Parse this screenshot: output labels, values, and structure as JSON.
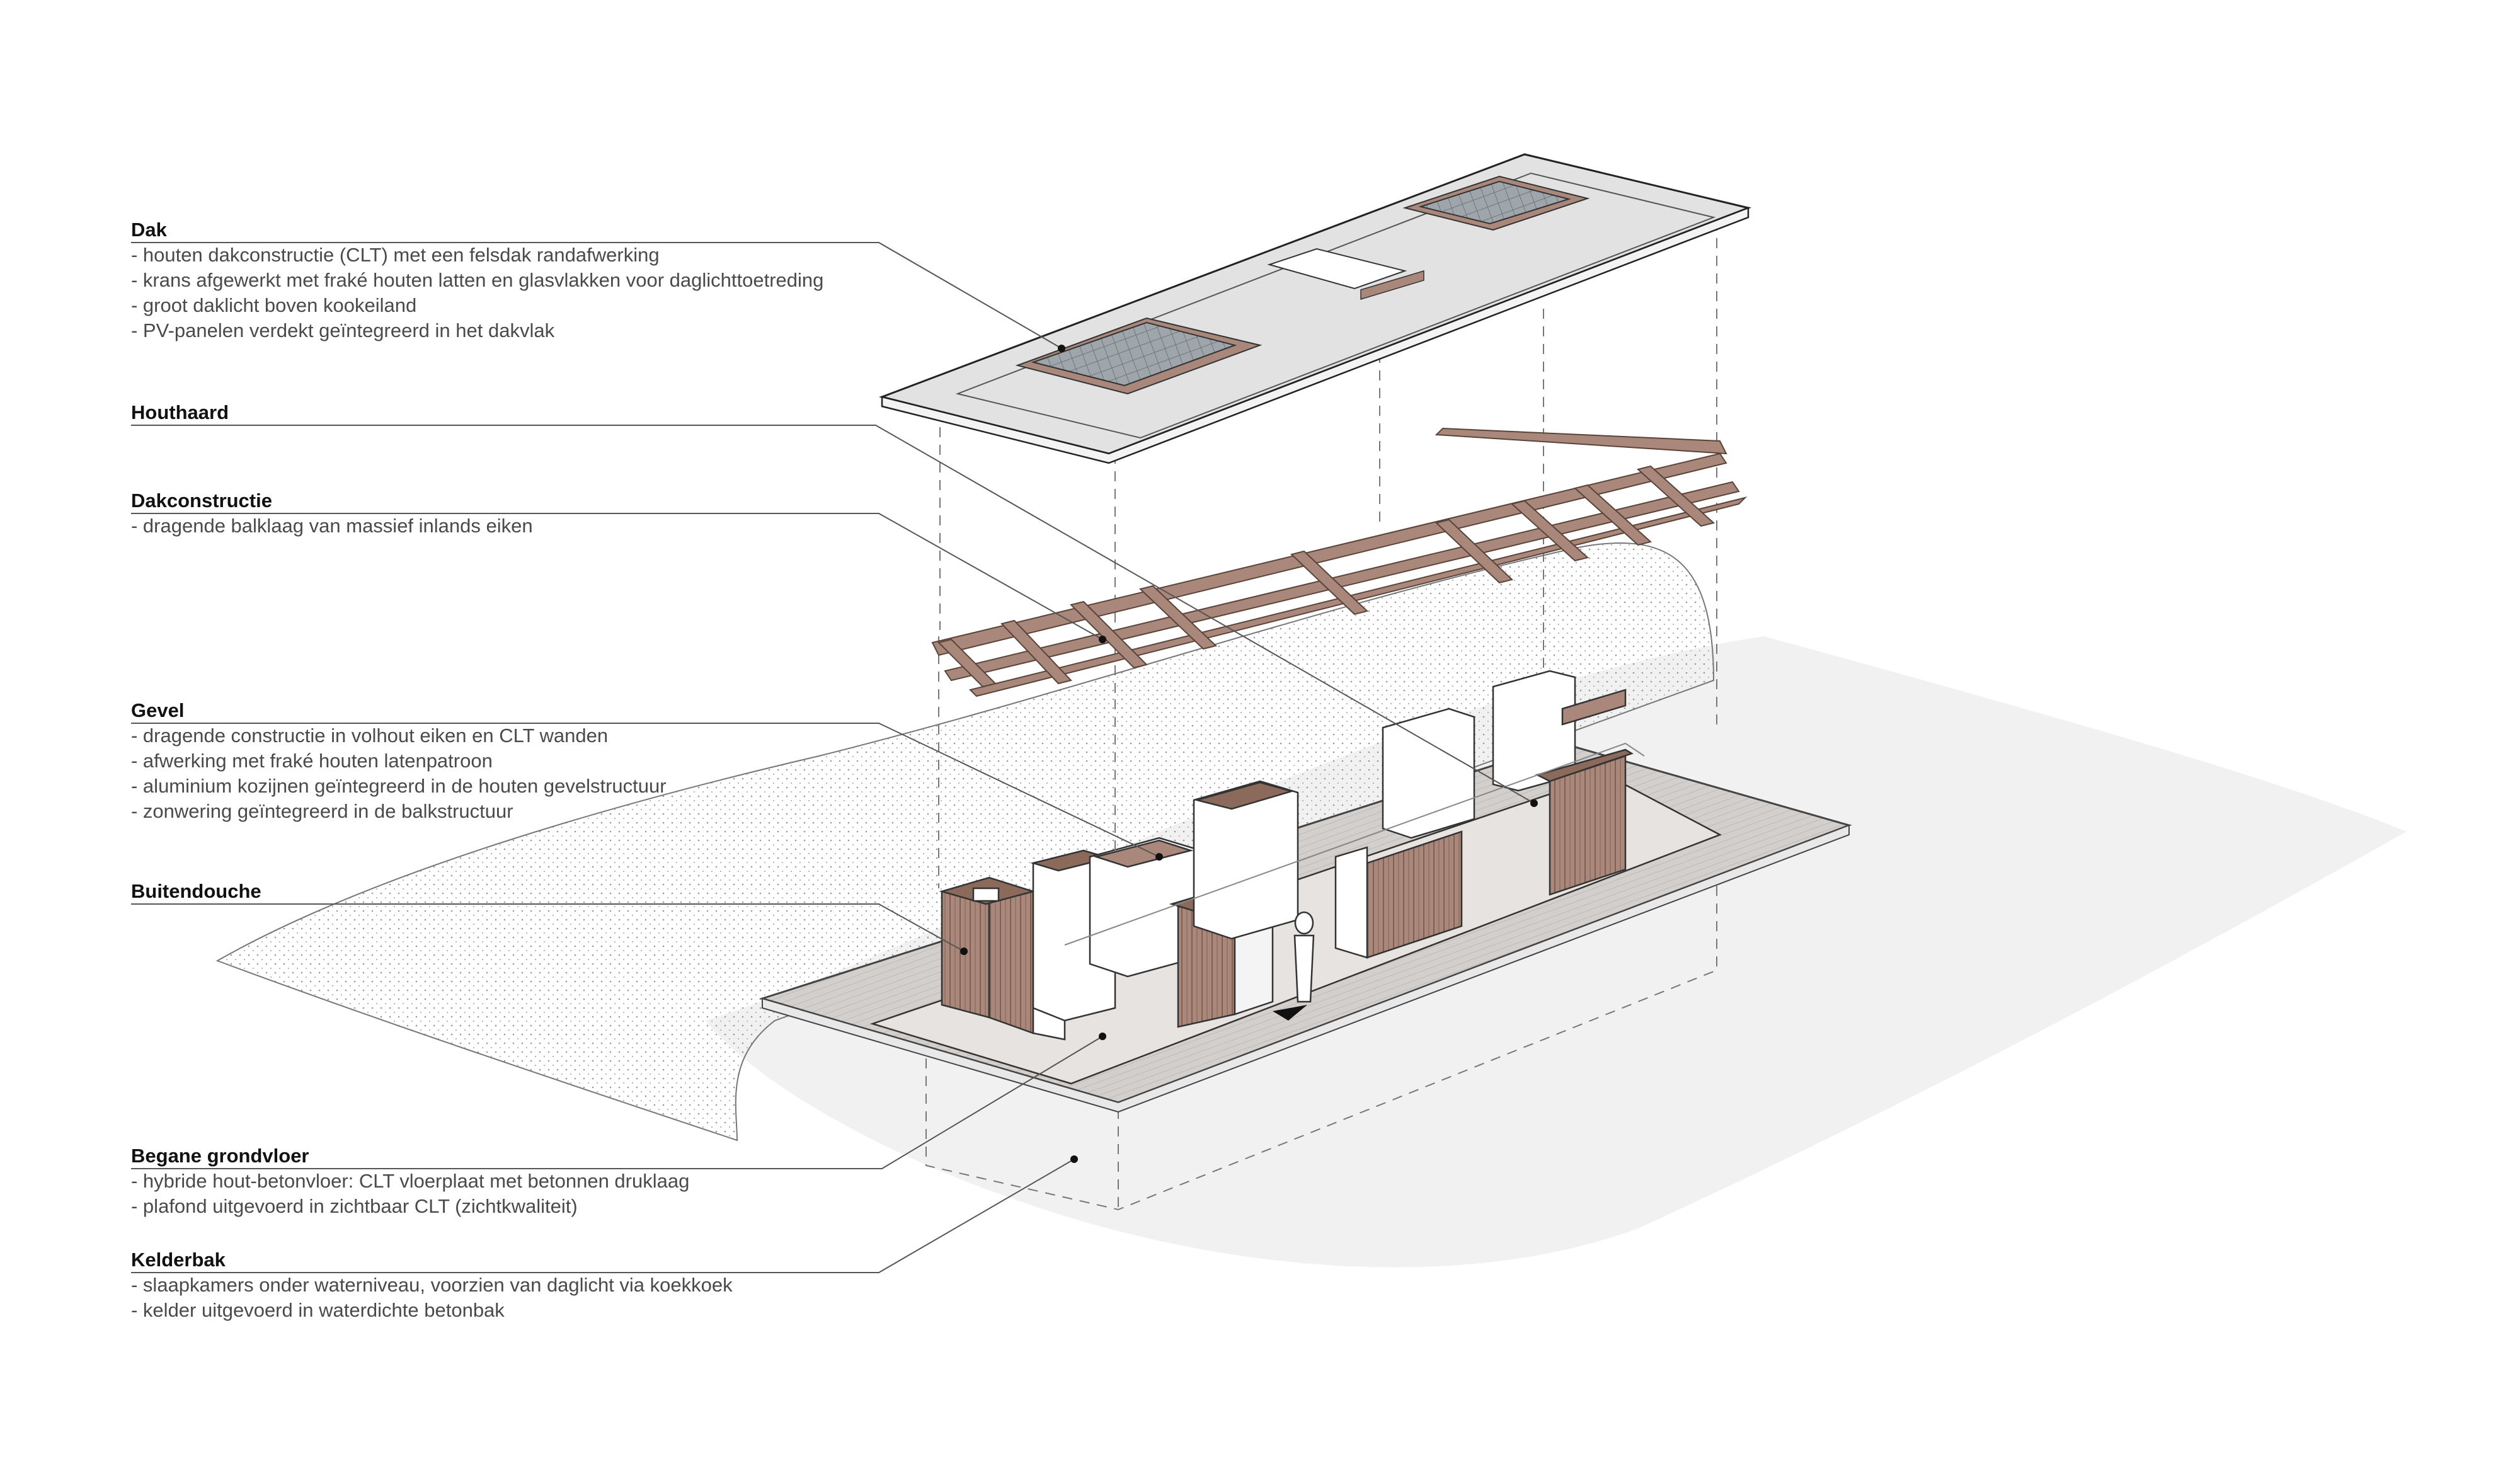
{
  "labels": {
    "dak": {
      "title": "Dak",
      "lines": [
        "- houten dakconstructie (CLT) met een felsdak randafwerking",
        "- krans afgewerkt met fraké houten latten en glasvlakken voor daglichttoetreding",
        "- groot daklicht boven kookeiland",
        "- PV-panelen verdekt geïntegreerd in het dakvlak"
      ]
    },
    "houthaard": {
      "title": "Houthaard",
      "lines": []
    },
    "dakconstructie": {
      "title": "Dakconstructie",
      "lines": [
        "- dragende balklaag van massief inlands eiken"
      ]
    },
    "gevel": {
      "title": "Gevel",
      "lines": [
        "- dragende constructie in volhout eiken en CLT wanden",
        "- afwerking met fraké houten latenpatroon",
        "- aluminium kozijnen geïntegreerd in de houten gevelstructuur",
        "- zonwering geïntegreerd in de balkstructuur"
      ]
    },
    "buitendouche": {
      "title": "Buitendouche",
      "lines": []
    },
    "begane_grondvloer": {
      "title": "Begane grondvloer",
      "lines": [
        "- hybride hout-betonvloer: CLT vloerplaat met betonnen druklaag",
        "- plafond uitgevoerd in zichtbaar CLT (zichtkwaliteit)"
      ]
    },
    "kelderbak": {
      "title": "Kelderbak",
      "lines": [
        "- slaapkamers onder waterniveau, voorzien van daglicht via koekkoek",
        "- kelder uitgevoerd in waterdichte betonbak"
      ]
    }
  },
  "colors": {
    "wood": "#a9877a",
    "wood_dark": "#8b6a5c",
    "roof": "#dedede",
    "deck": "#cfcccb",
    "ground": "#f1f1f1",
    "leader": "#555555"
  }
}
